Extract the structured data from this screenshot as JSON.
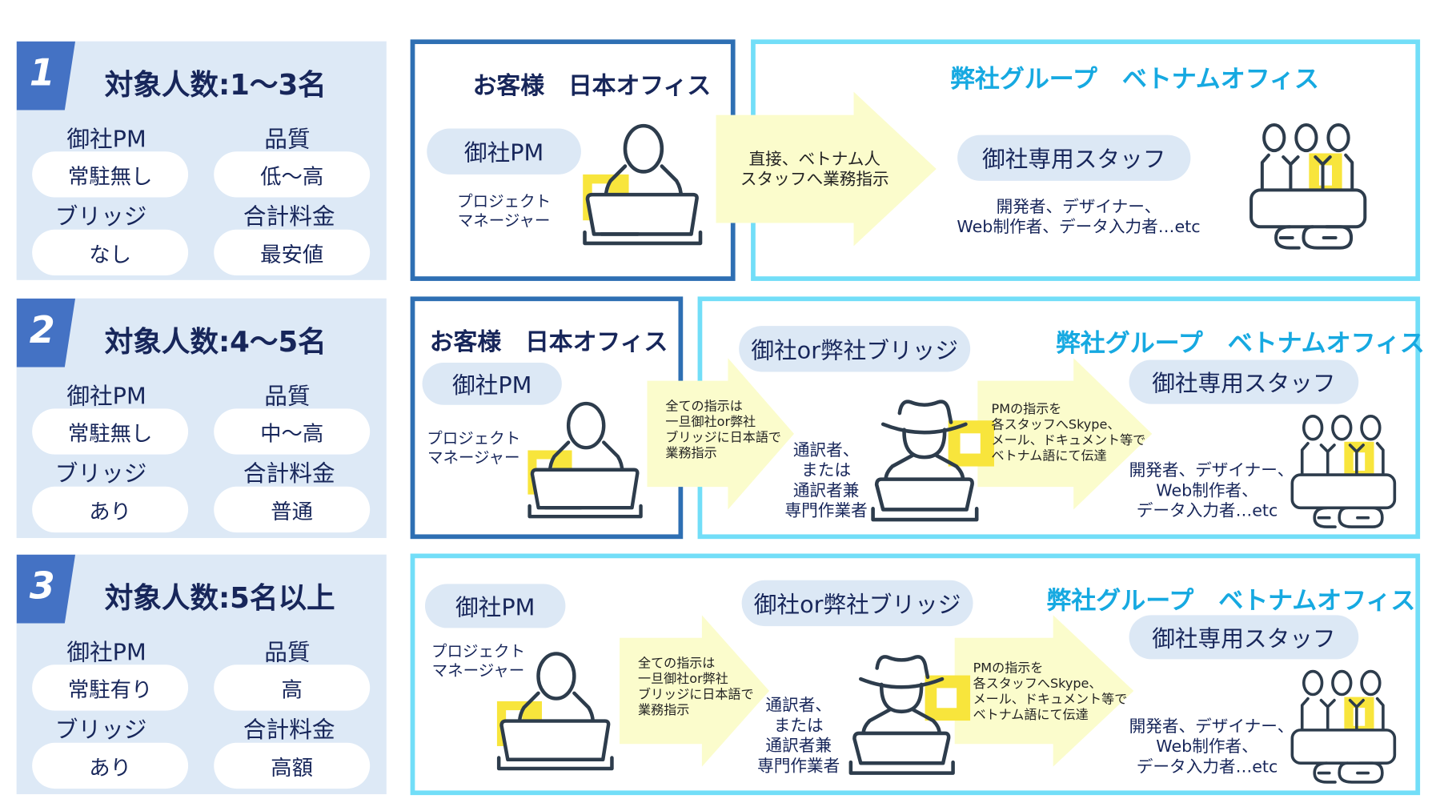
{
  "colors": {
    "panel": "#dde9f6",
    "badge": "#4472c4",
    "customer_border": "#2e6fb3",
    "vietnam_border": "#72def8",
    "vietnam_title": "#16a9e1",
    "arrow": "#fbfccc",
    "accent_yellow": "#f8e53c",
    "text": "#17265a"
  },
  "plans": [
    {
      "number": "1",
      "title": "対象人数:1～3名",
      "pm_label": "御社PM",
      "pm_value": "常駐無し",
      "quality_label": "品質",
      "quality_value": "低～高",
      "bridge_label": "ブリッジ",
      "bridge_value": "なし",
      "price_label": "合計料金",
      "price_value": "最安値"
    },
    {
      "number": "2",
      "title": "対象人数:4～5名",
      "pm_label": "御社PM",
      "pm_value": "常駐無し",
      "quality_label": "品質",
      "quality_value": "中～高",
      "bridge_label": "ブリッジ",
      "bridge_value": "あり",
      "price_label": "合計料金",
      "price_value": "普通"
    },
    {
      "number": "3",
      "title": "対象人数:5名以上",
      "pm_label": "御社PM",
      "pm_value": "常駐有り",
      "quality_label": "品質",
      "quality_value": "高",
      "bridge_label": "ブリッジ",
      "bridge_value": "あり",
      "price_label": "合計料金",
      "price_value": "高額"
    }
  ],
  "flows": [
    {
      "customer_title": "お客様　日本オフィス",
      "pm": "御社PM",
      "pm_role": [
        "プロジェクト",
        "マネージャー"
      ],
      "arrow": [
        "直接、ベトナム人",
        "スタッフへ業務指示"
      ],
      "vietnam_title": "弊社グループ　ベトナムオフィス",
      "staff": "御社専用スタッフ",
      "staff_desc": [
        "開発者、デザイナー、",
        "Web制作者、データ入力者…etc"
      ]
    },
    {
      "customer_title": "お客様　日本オフィス",
      "pm": "御社PM",
      "pm_role": [
        "プロジェクト",
        "マネージャー"
      ],
      "arrow1": [
        "全ての指示は",
        "一旦御社or弊社",
        "ブリッジに日本語で",
        "業務指示"
      ],
      "bridge": "御社or弊社ブリッジ",
      "bridge_role": [
        "通訳者、",
        "または",
        "通訳者兼",
        "専門作業者"
      ],
      "arrow2": [
        "PMの指示を",
        "各スタッフへSkype、",
        "メール、ドキュメント等で",
        "ベトナム語にて伝達"
      ],
      "vietnam_title": "弊社グループ　ベトナムオフィス",
      "staff": "御社専用スタッフ",
      "staff_desc": [
        "開発者、デザイナー、",
        "Web制作者、",
        "データ入力者…etc"
      ]
    },
    {
      "pm": "御社PM",
      "pm_role": [
        "プロジェクト",
        "マネージャー"
      ],
      "arrow1": [
        "全ての指示は",
        "一旦御社or弊社",
        "ブリッジに日本語で",
        "業務指示"
      ],
      "bridge": "御社or弊社ブリッジ",
      "bridge_role": [
        "通訳者、",
        "または",
        "通訳者兼",
        "専門作業者"
      ],
      "arrow2": [
        "PMの指示を",
        "各スタッフへSkype、",
        "メール、ドキュメント等で",
        "ベトナム語にて伝達"
      ],
      "vietnam_title": "弊社グループ　ベトナムオフィス",
      "staff": "御社専用スタッフ",
      "staff_desc": [
        "開発者、デザイナー、",
        "Web制作者、",
        "データ入力者…etc"
      ]
    }
  ]
}
